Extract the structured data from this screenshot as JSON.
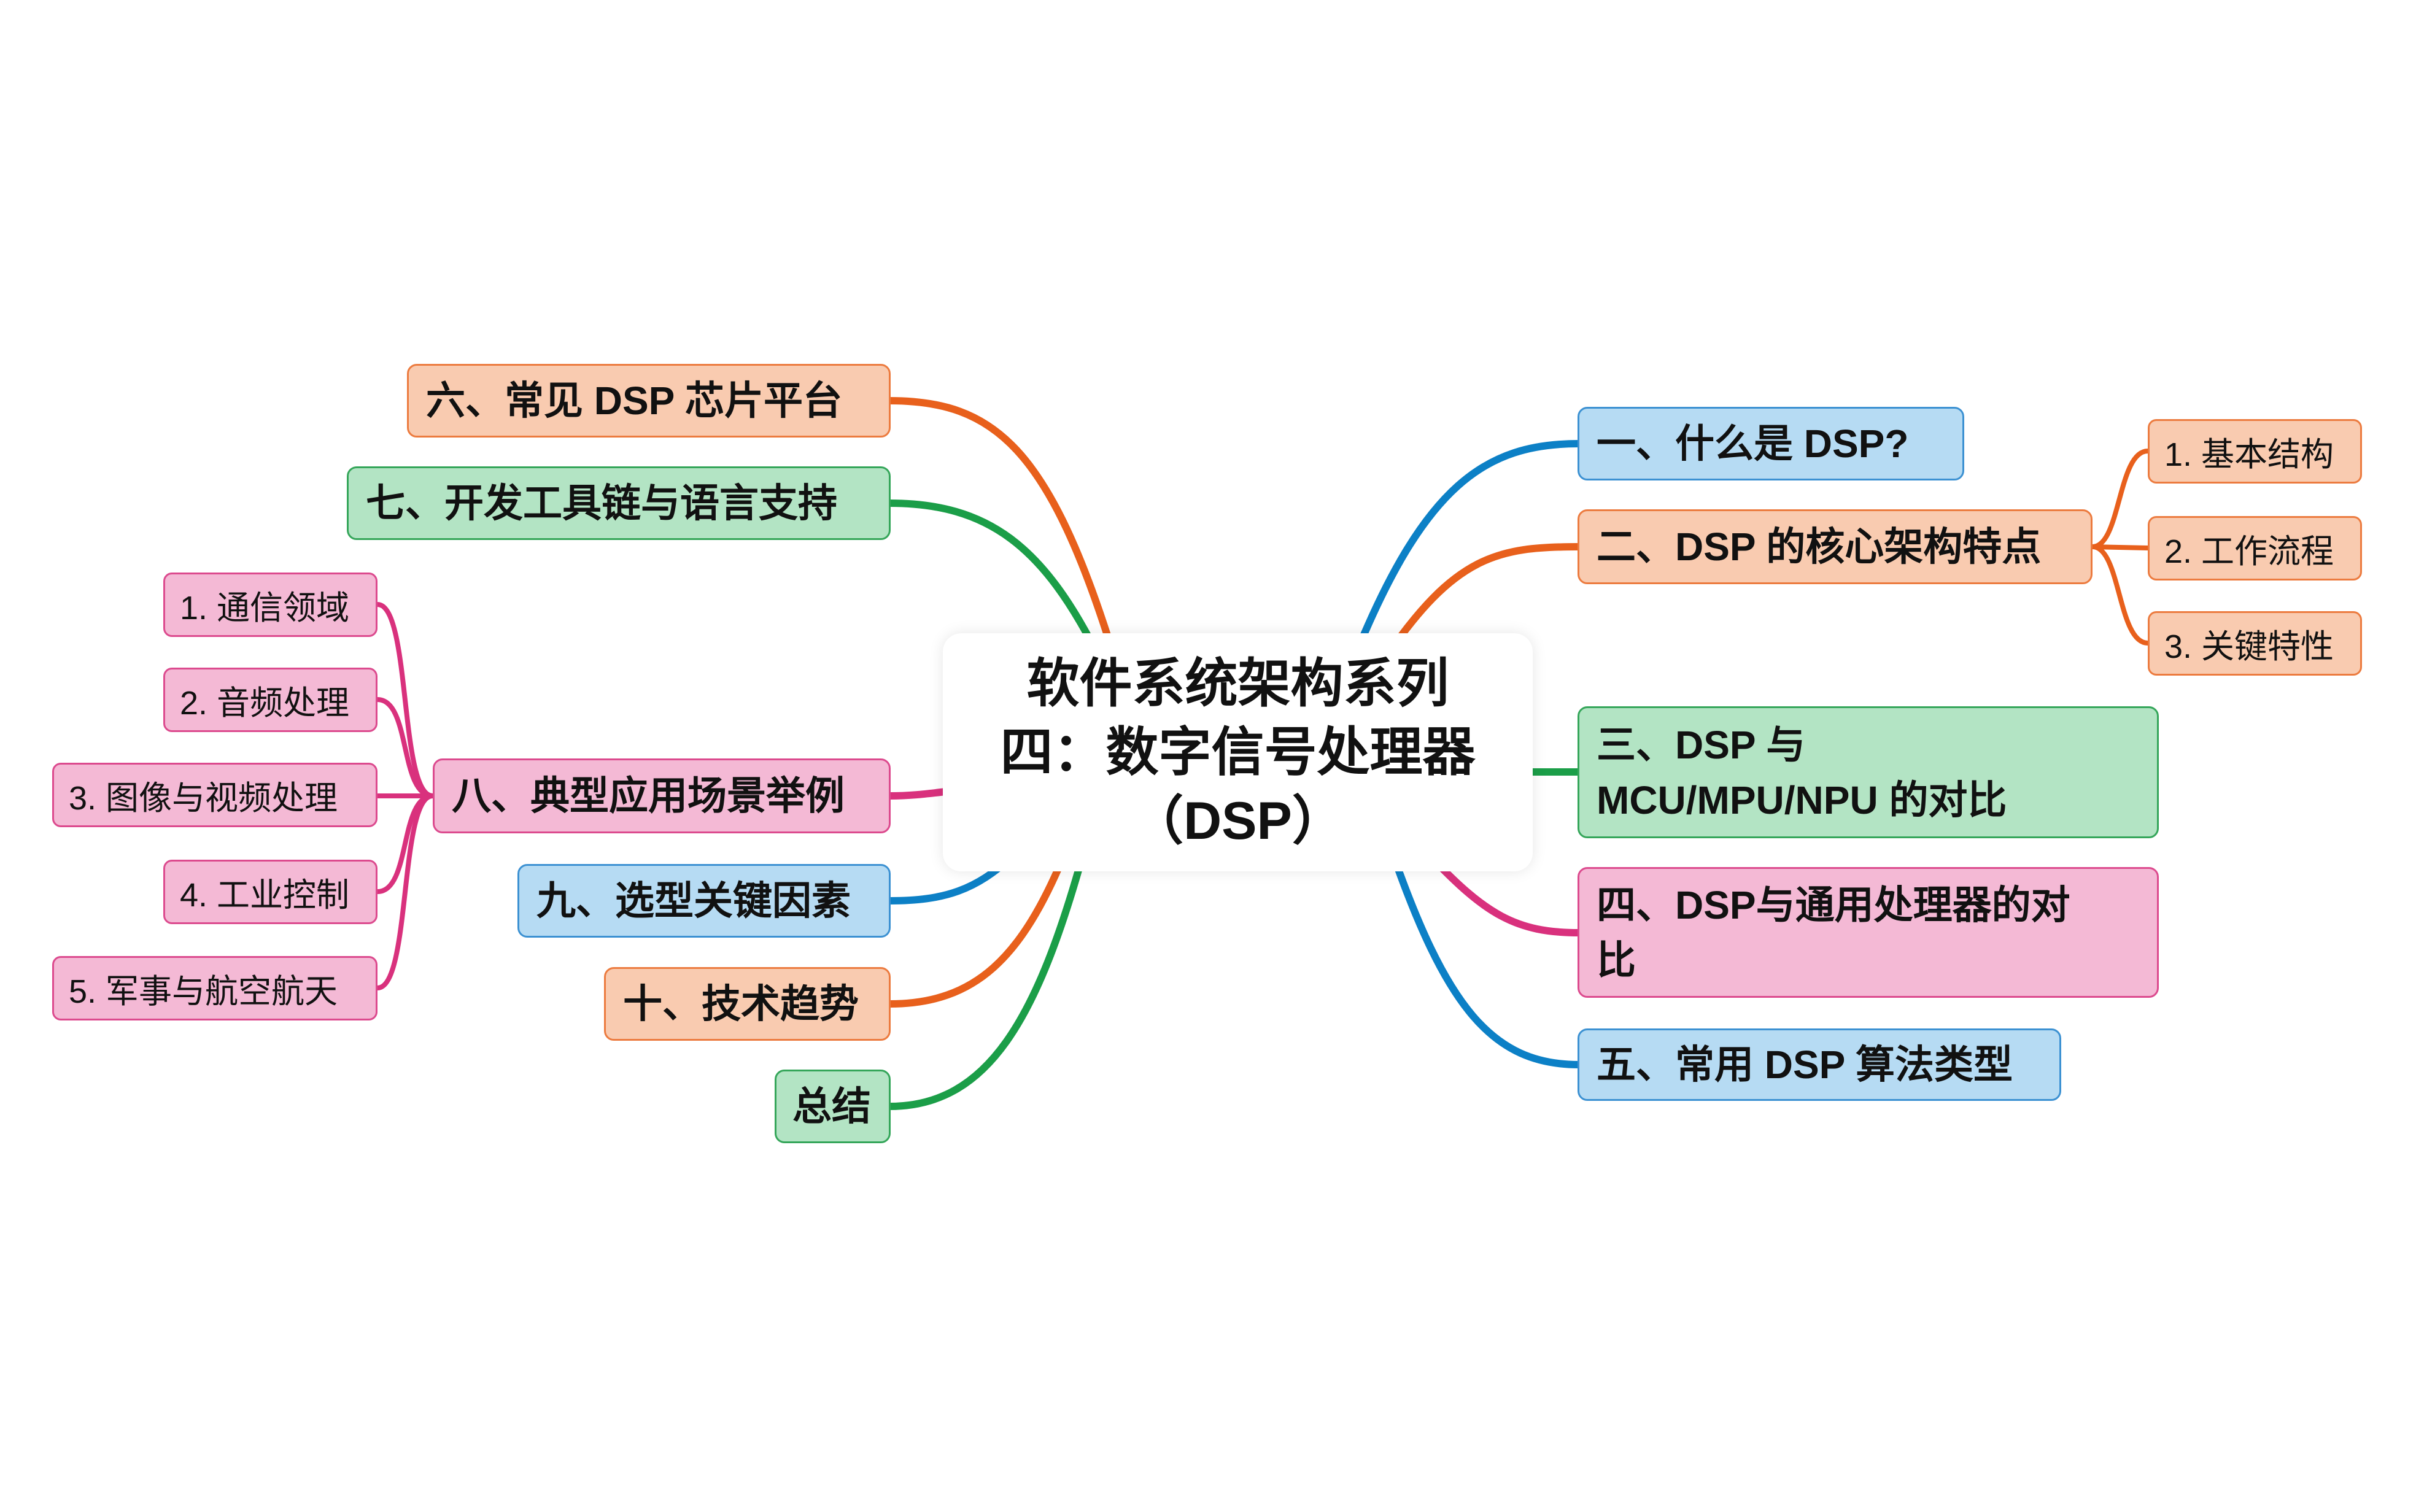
{
  "central": {
    "lines": [
      "软件系统架构系列",
      "四：数字信号处理器",
      "（DSP）"
    ]
  },
  "right_branches": [
    {
      "lines": [
        "一、什么是 DSP?"
      ],
      "color": "blue"
    },
    {
      "lines": [
        "二、DSP 的核心架构特点"
      ],
      "color": "orange",
      "children": [
        "1. 基本结构",
        "2. 工作流程",
        "3. 关键特性"
      ]
    },
    {
      "lines": [
        "三、DSP 与",
        "MCU/MPU/NPU 的对比"
      ],
      "color": "green"
    },
    {
      "lines": [
        "四、DSP与通用处理器的对",
        "比"
      ],
      "color": "pink"
    },
    {
      "lines": [
        "五、常用 DSP 算法类型"
      ],
      "color": "blue"
    }
  ],
  "left_branches": [
    {
      "lines": [
        "六、常见 DSP 芯片平台"
      ],
      "color": "orange"
    },
    {
      "lines": [
        "七、开发工具链与语言支持"
      ],
      "color": "green"
    },
    {
      "lines": [
        "八、典型应用场景举例"
      ],
      "color": "pink",
      "children": [
        "1. 通信领域",
        "2. 音频处理",
        "3. 图像与视频处理",
        "4. 工业控制",
        "5. 军事与航空航天"
      ]
    },
    {
      "lines": [
        "九、选型关键因素"
      ],
      "color": "blue"
    },
    {
      "lines": [
        "十、技术趋势"
      ],
      "color": "orange"
    },
    {
      "lines": [
        "总结"
      ],
      "color": "green"
    }
  ],
  "palette": {
    "blue": {
      "fill": "#b6dbf3",
      "border": "#3c91d2",
      "line": "#0c80c6"
    },
    "orange": {
      "fill": "#f9cbb0",
      "border": "#ec7b3f",
      "line": "#e8601c"
    },
    "green": {
      "fill": "#b3e4c4",
      "border": "#35a65a",
      "line": "#1b9e48"
    },
    "pink": {
      "fill": "#f4b9d5",
      "border": "#dc4a8e",
      "line": "#d9317d"
    }
  }
}
